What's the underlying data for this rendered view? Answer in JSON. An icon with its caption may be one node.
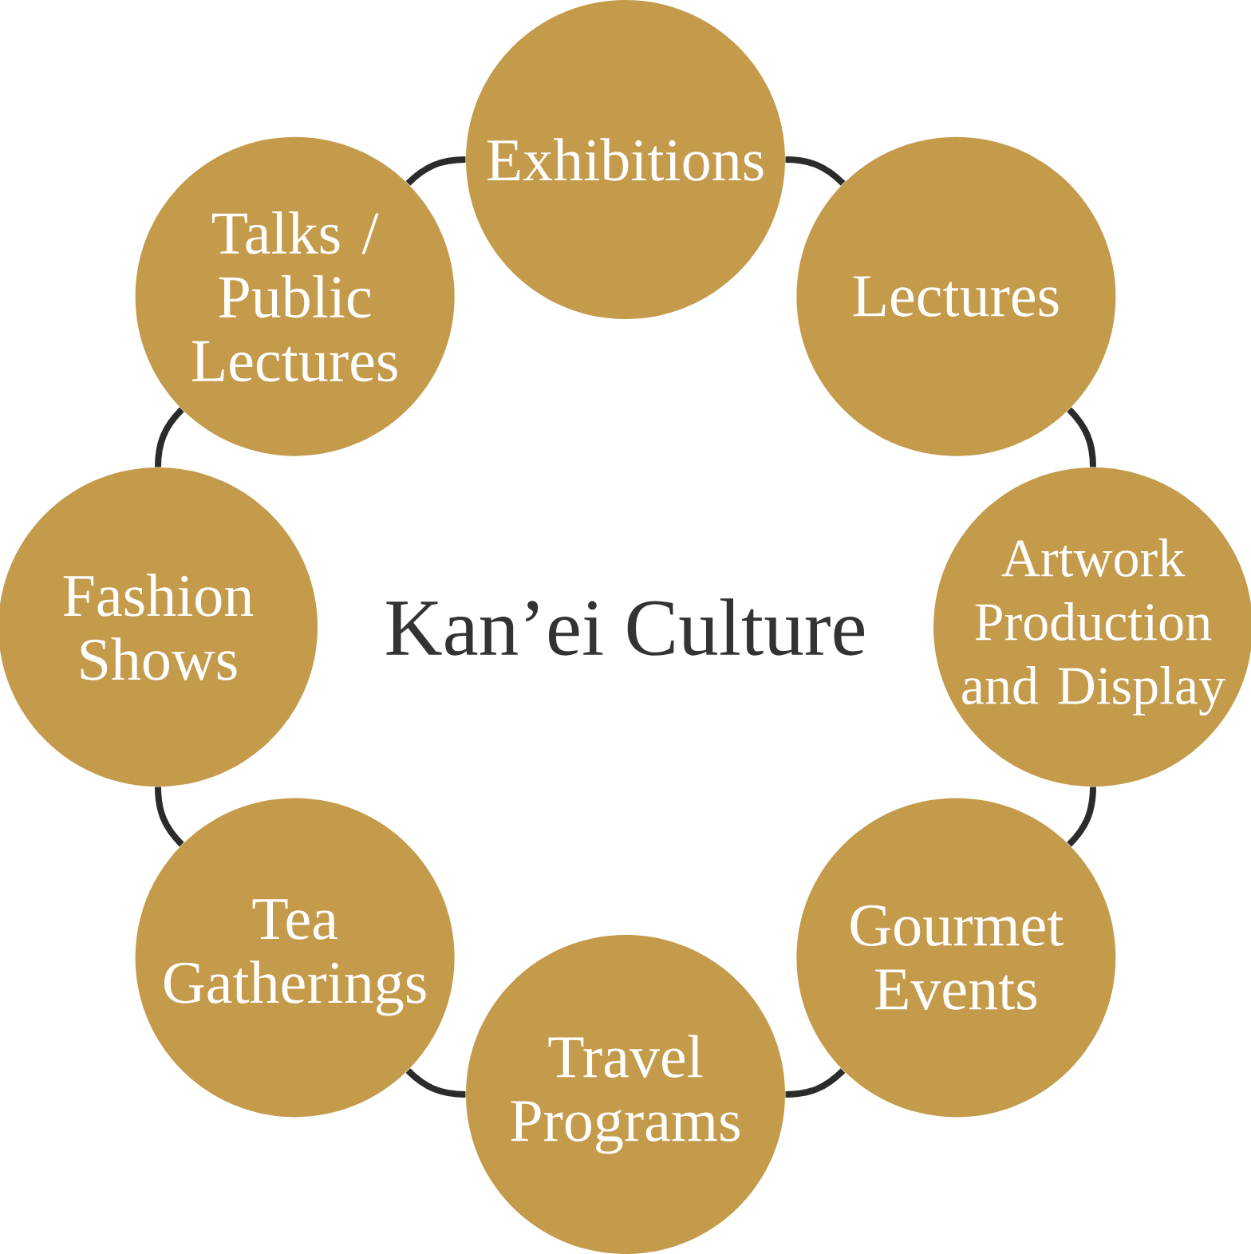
{
  "diagram": {
    "nodes": [
      {
        "text": [
          "Exhibitions"
        ]
      },
      {
        "text": [
          "Lectures"
        ]
      },
      {
        "text": [
          "Artwork Production and Display"
        ]
      },
      {
        "text": [
          "Gourmet Events"
        ]
      },
      {
        "text": [
          "Travel Programs"
        ]
      },
      {
        "text": [
          "Tea Gatherings"
        ]
      },
      {
        "text": [
          "Fashion Shows"
        ]
      },
      {
        "text": [
          "Talks / Public Lectures"
        ]
      }
    ],
    "edges": [
      {
        "from": 0,
        "to": 1,
        "arrow": "none"
      },
      {
        "from": 1,
        "to": 2,
        "arrow": "none"
      },
      {
        "from": 2,
        "to": 3,
        "arrow": "none"
      },
      {
        "from": 3,
        "to": 4,
        "arrow": "none"
      },
      {
        "from": 4,
        "to": 5,
        "arrow": "none"
      },
      {
        "from": 5,
        "to": 6,
        "arrow": "none"
      },
      {
        "from": 6,
        "to": 7,
        "arrow": "none"
      },
      {
        "from": 7,
        "to": 0,
        "arrow": "none"
      }
    ],
    "labels": [
      "Kan’ei Culture"
    ]
  }
}
